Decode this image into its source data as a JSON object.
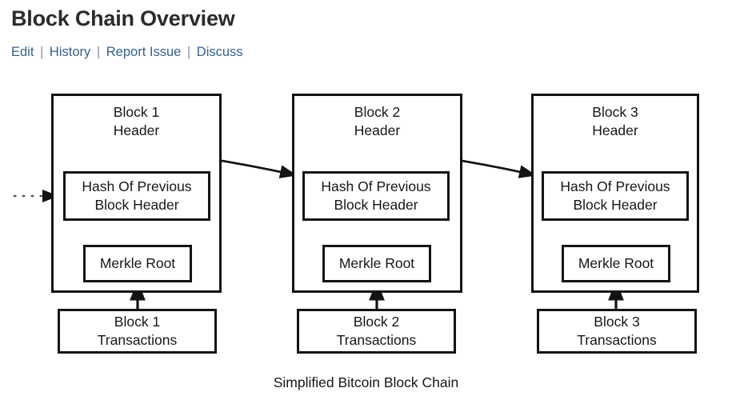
{
  "header": {
    "title": "Block Chain Overview",
    "separator": "|",
    "links": [
      {
        "label": "Edit"
      },
      {
        "label": "History"
      },
      {
        "label": "Report Issue"
      },
      {
        "label": "Discuss"
      }
    ]
  },
  "diagram": {
    "caption": "Simplified Bitcoin Block Chain",
    "labels": {
      "hash_line1": "Hash Of Previous",
      "hash_line2": "Block Header",
      "merkle_root": "Merkle Root",
      "header_suffix": "Header",
      "transactions_suffix": "Transactions"
    },
    "blocks": [
      {
        "header_line1": "Block 1",
        "header_line2": "Header",
        "hash_line1": "Hash Of Previous",
        "hash_line2": "Block Header",
        "merkle_root": "Merkle Root",
        "tx_line1": "Block 1",
        "tx_line2": "Transactions"
      },
      {
        "header_line1": "Block 2",
        "header_line2": "Header",
        "hash_line1": "Hash Of Previous",
        "hash_line2": "Block Header",
        "merkle_root": "Merkle Root",
        "tx_line1": "Block 2",
        "tx_line2": "Transactions"
      },
      {
        "header_line1": "Block 3",
        "header_line2": "Header",
        "hash_line1": "Hash Of Previous",
        "hash_line2": "Block Header",
        "merkle_root": "Merkle Root",
        "tx_line1": "Block 3",
        "tx_line2": "Transactions"
      }
    ]
  },
  "colors": {
    "title": "#2b2b2b",
    "link": "#36618e",
    "separator": "#8a8f95",
    "stroke": "#131313",
    "background": "#ffffff"
  }
}
